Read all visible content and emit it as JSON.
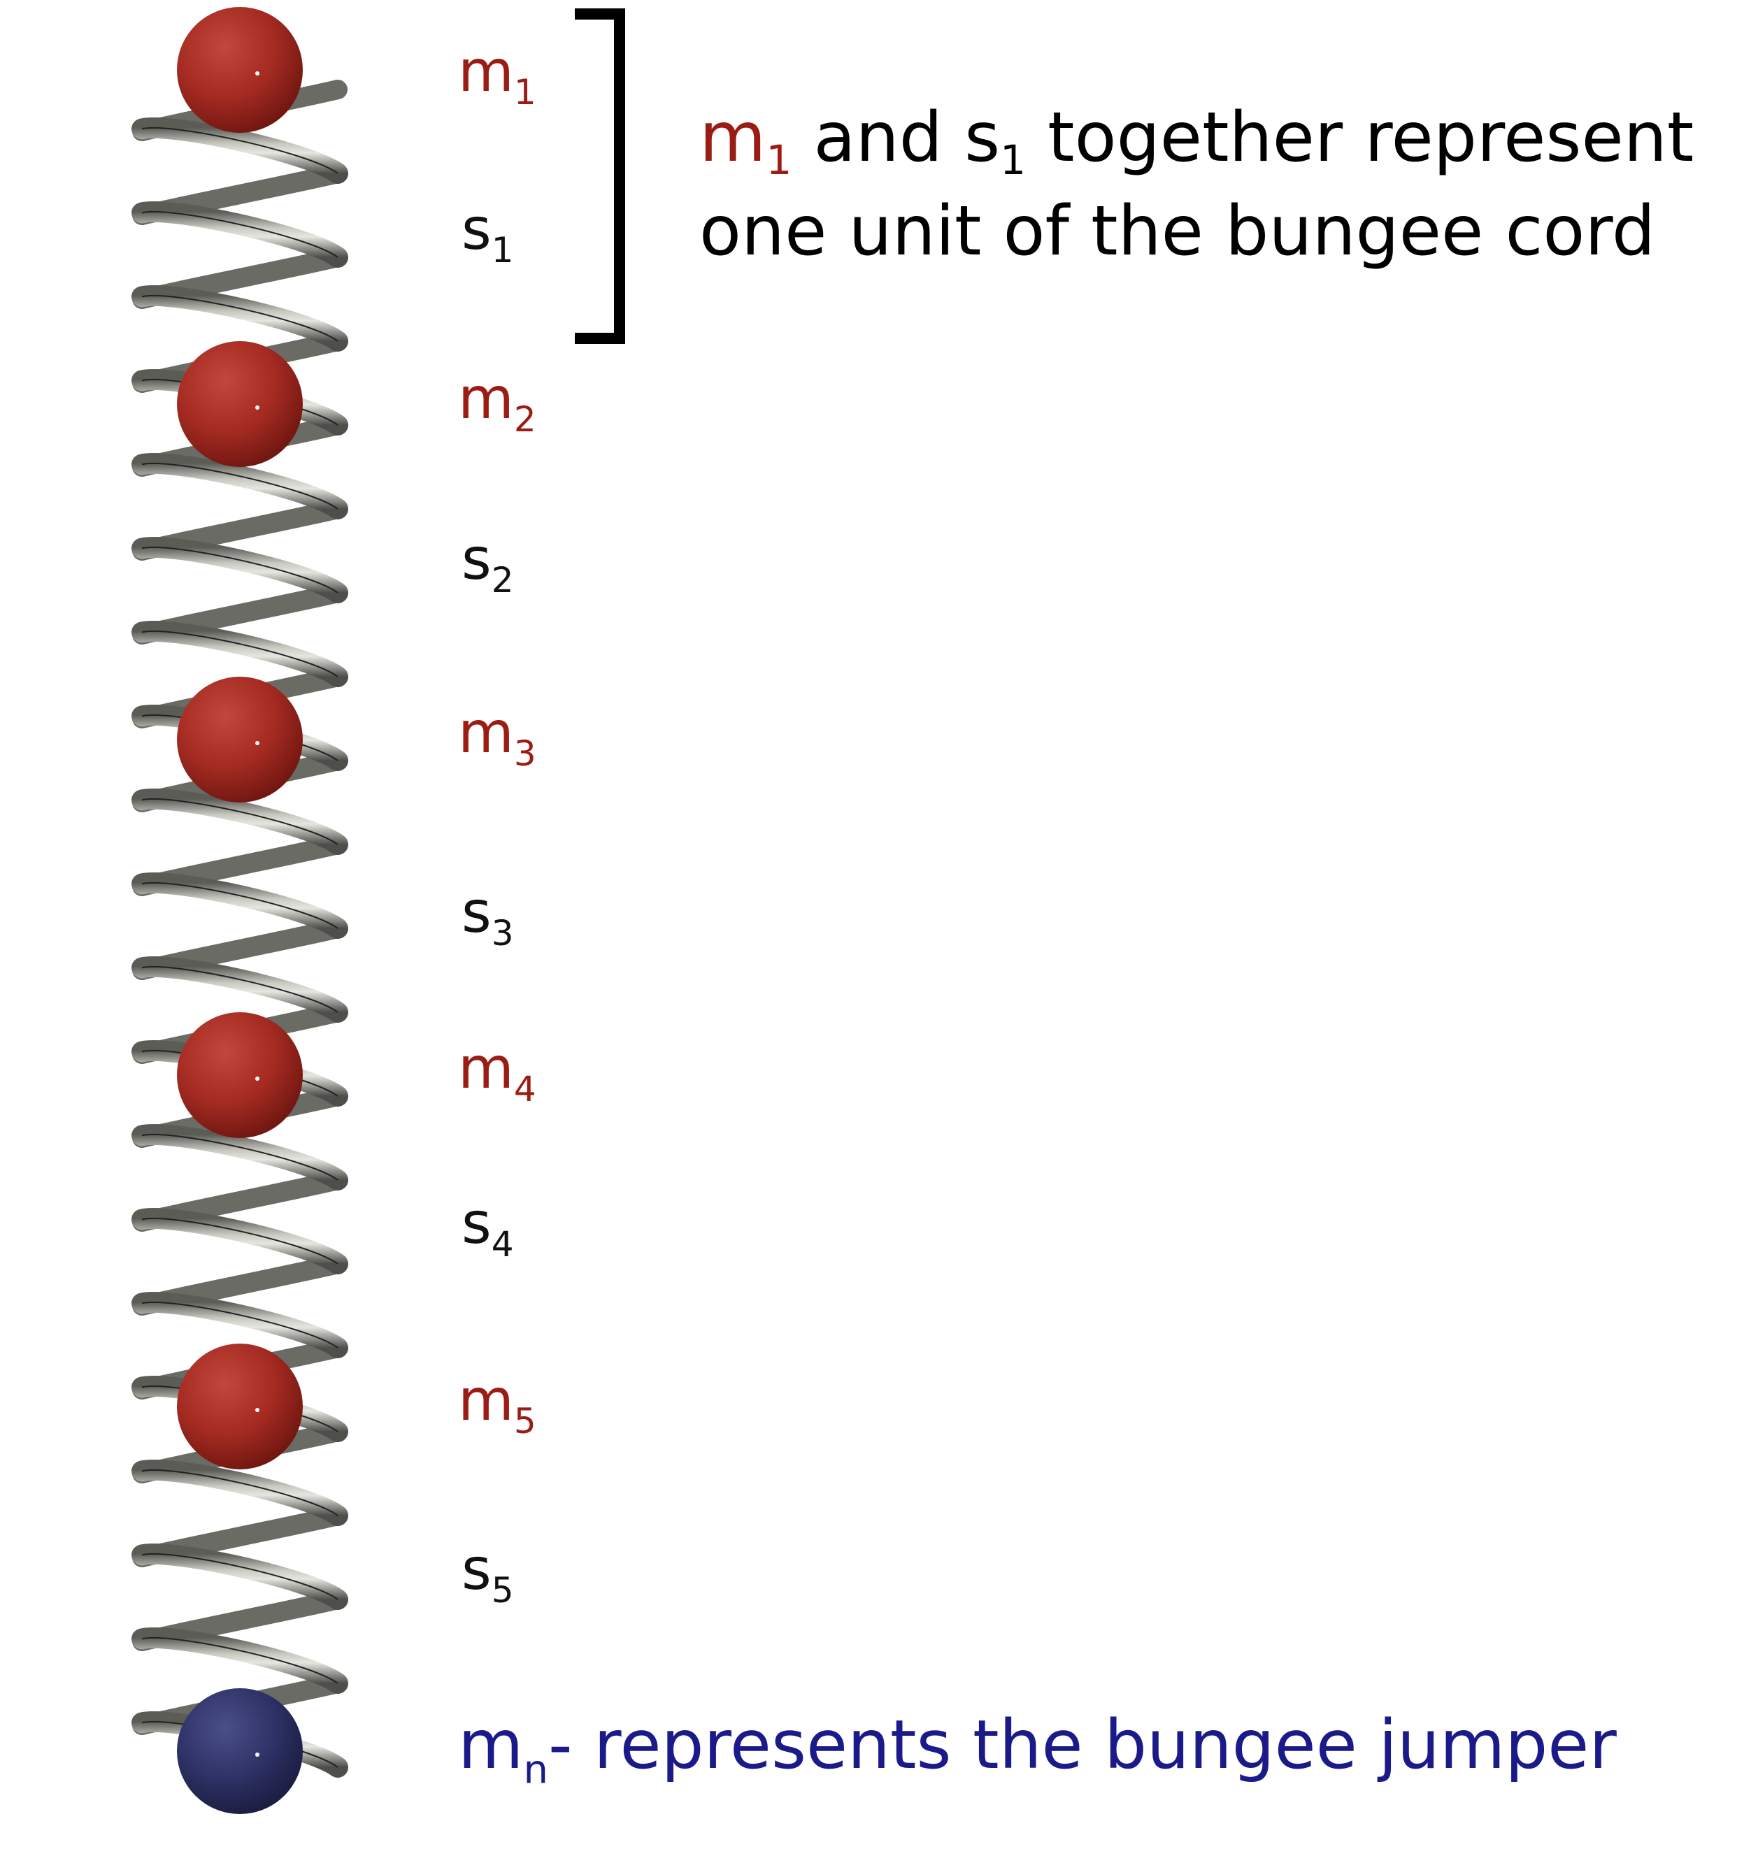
{
  "colors": {
    "mass": "#9b1c14",
    "jumper": "#1a1a8a",
    "spring": "#8a8a84",
    "text": "#111111"
  },
  "masses": [
    {
      "name": "m",
      "sub": "1"
    },
    {
      "name": "m",
      "sub": "2"
    },
    {
      "name": "m",
      "sub": "3"
    },
    {
      "name": "m",
      "sub": "4"
    },
    {
      "name": "m",
      "sub": "5"
    }
  ],
  "springs": [
    {
      "name": "s",
      "sub": "1"
    },
    {
      "name": "s",
      "sub": "2"
    },
    {
      "name": "s",
      "sub": "3"
    },
    {
      "name": "s",
      "sub": "4"
    },
    {
      "name": "s",
      "sub": "5"
    }
  ],
  "jumper": {
    "name": "m",
    "sub": "n",
    "text": "- represents the bungee jumper"
  },
  "unit_note": {
    "m_name": "m",
    "m_sub": "1",
    "and_text": " and ",
    "s_name": "s",
    "s_sub": "1",
    "rest_line1": " together represent",
    "line2": "one unit of the bungee cord"
  }
}
